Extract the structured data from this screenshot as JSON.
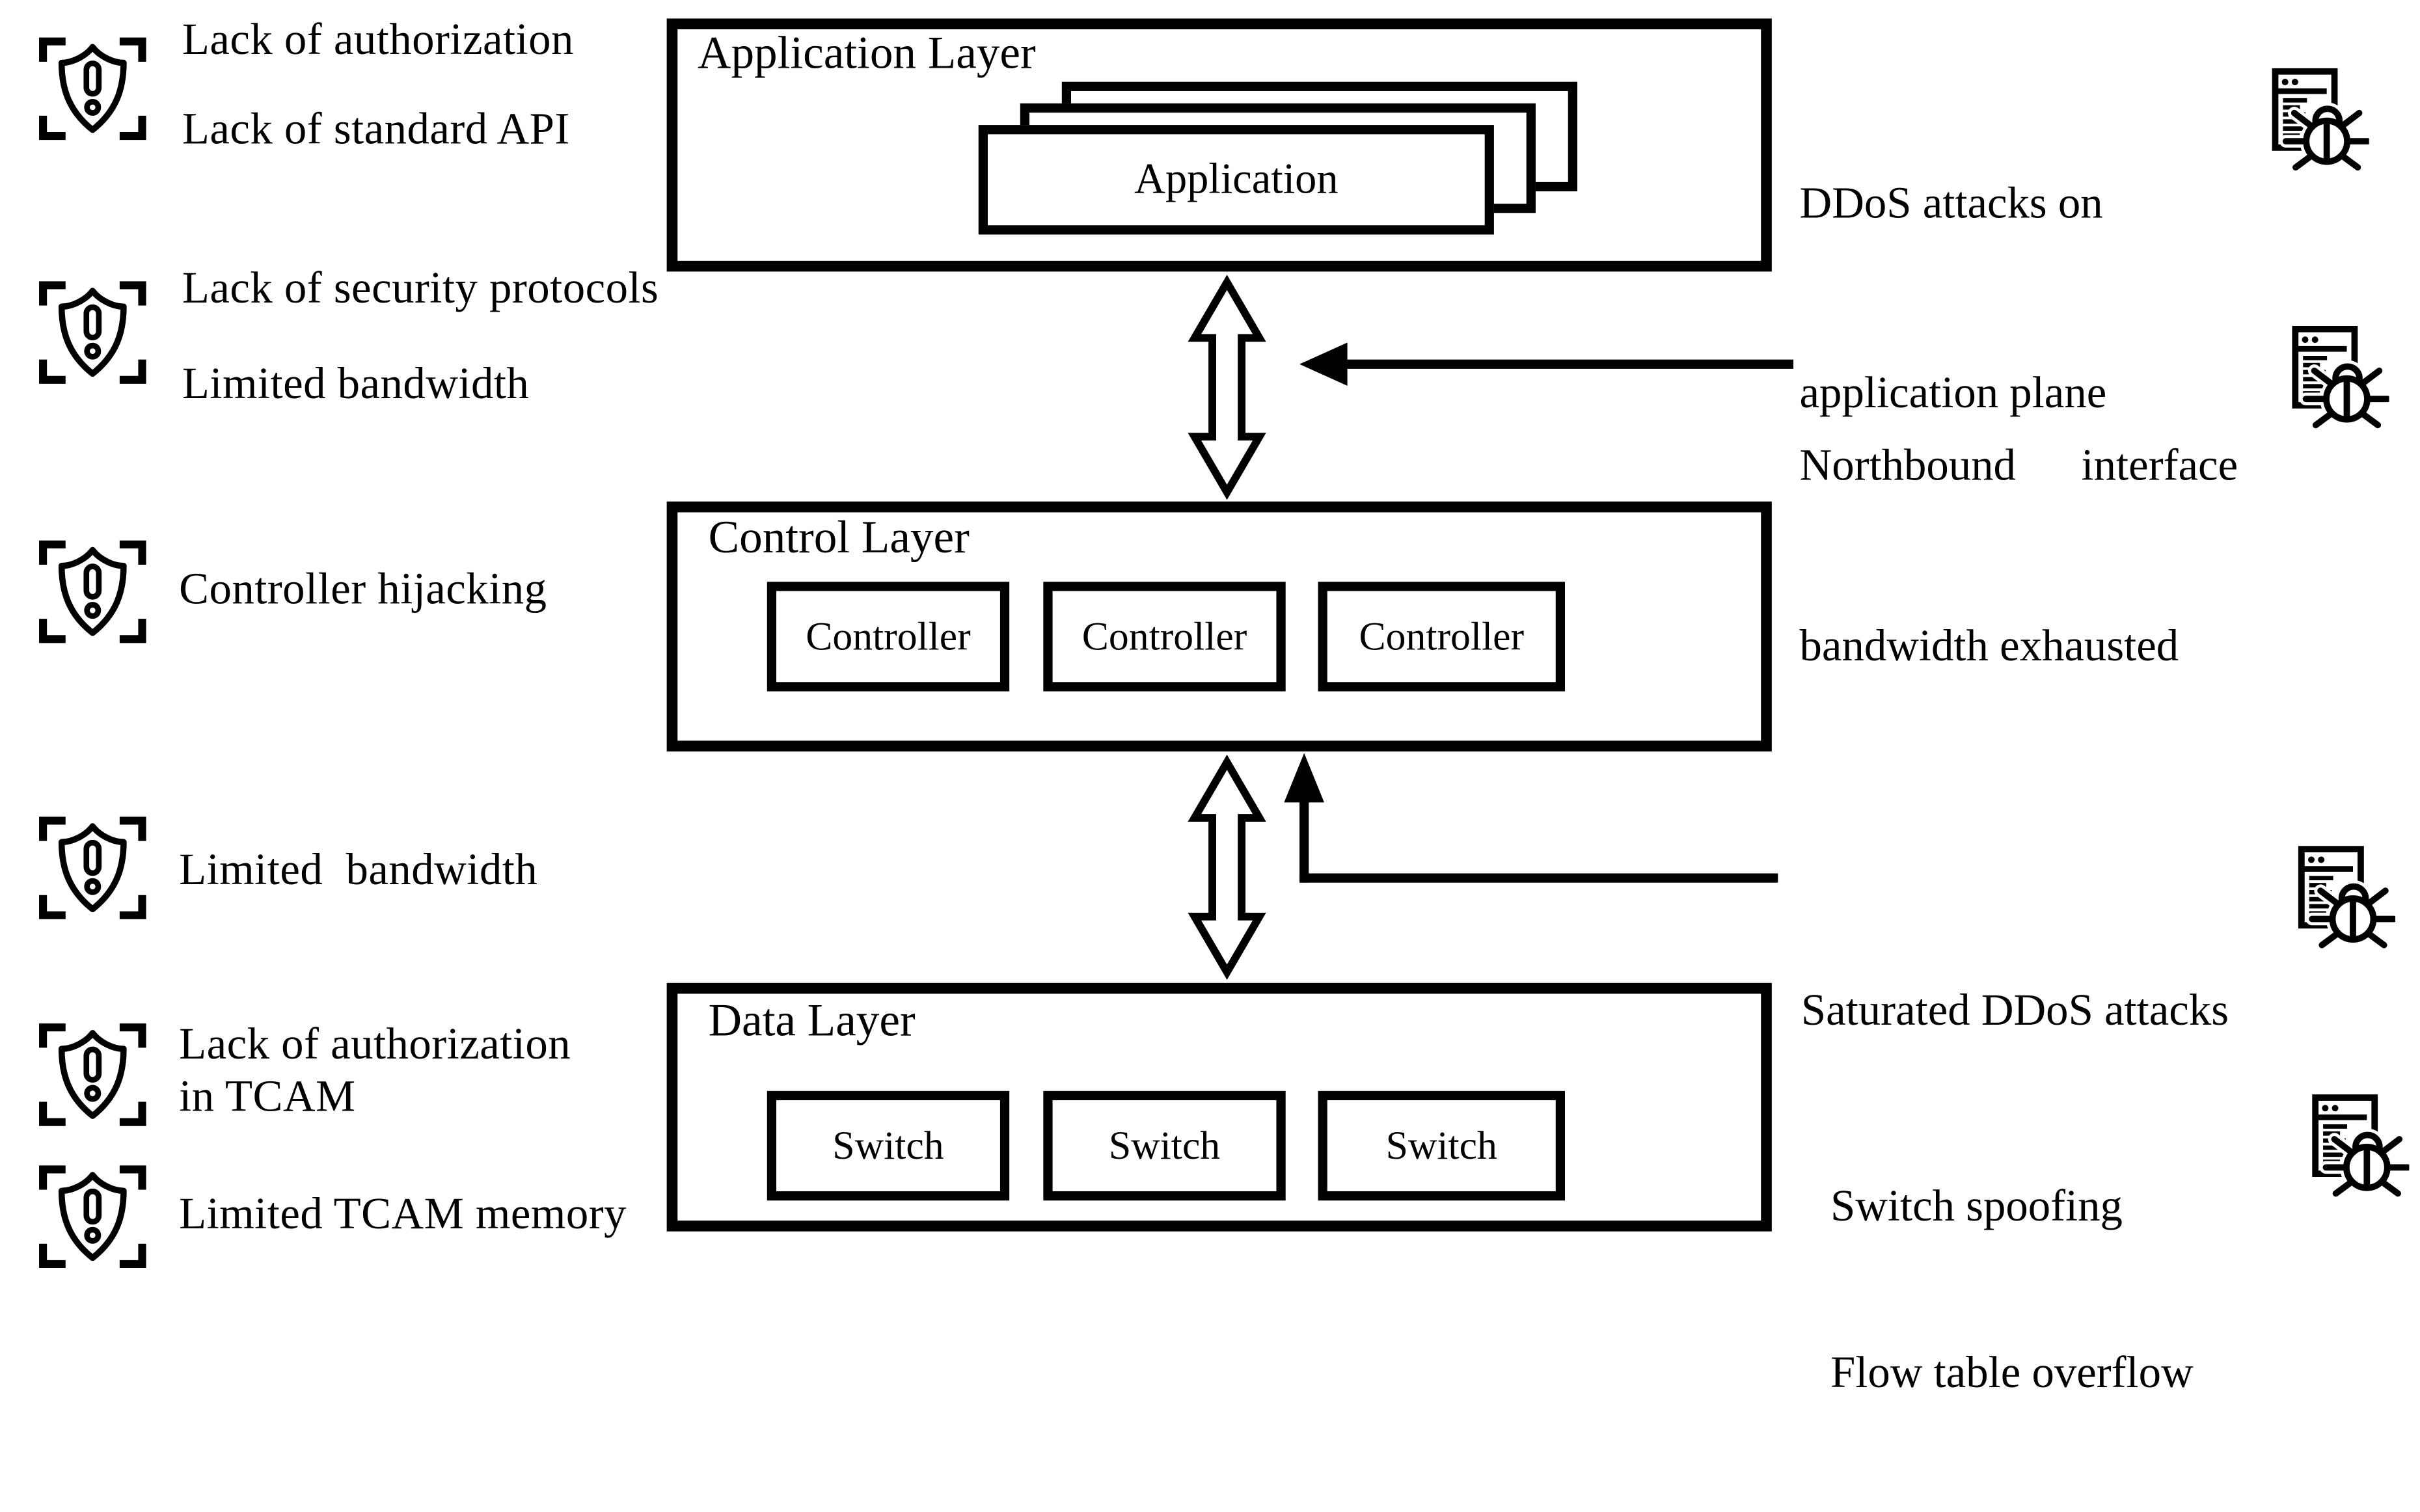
{
  "colors": {
    "ink": "#000000",
    "paper": "#ffffff"
  },
  "diagram": {
    "application_layer": {
      "title": "Application Layer",
      "node": "Application"
    },
    "control_layer": {
      "title": "Control Layer",
      "nodes": [
        "Controller",
        "Controller",
        "Controller"
      ]
    },
    "data_layer": {
      "title": "Data Layer",
      "nodes": [
        "Switch",
        "Switch",
        "Switch"
      ]
    }
  },
  "vulnerabilities": [
    {
      "icon": "shield-alert",
      "labels": [
        "Lack of authorization",
        "Lack of standard API"
      ]
    },
    {
      "icon": "shield-alert",
      "labels": [
        "Lack of security protocols",
        "Limited bandwidth"
      ]
    },
    {
      "icon": "shield-alert",
      "labels": [
        "Controller hijacking"
      ]
    },
    {
      "icon": "shield-alert",
      "labels": [
        "Limited  bandwidth"
      ]
    },
    {
      "icon": "shield-alert",
      "labels": [
        "Lack of authorization",
        "in TCAM"
      ]
    },
    {
      "icon": "shield-alert",
      "labels": [
        "Limited TCAM memory"
      ]
    }
  ],
  "attacks": [
    {
      "icon": "bug-document",
      "lines": [
        "DDoS attacks on",
        "application plane"
      ]
    },
    {
      "icon": "bug-document",
      "lines": [
        "Northbound",
        "interface",
        "bandwidth exhausted"
      ]
    },
    {
      "icon": "bug-document",
      "lines": [
        "Saturated DDoS attacks"
      ]
    },
    {
      "icon": "bug-document",
      "lines": [
        "Switch spoofing",
        "Flow table overflow"
      ]
    }
  ]
}
